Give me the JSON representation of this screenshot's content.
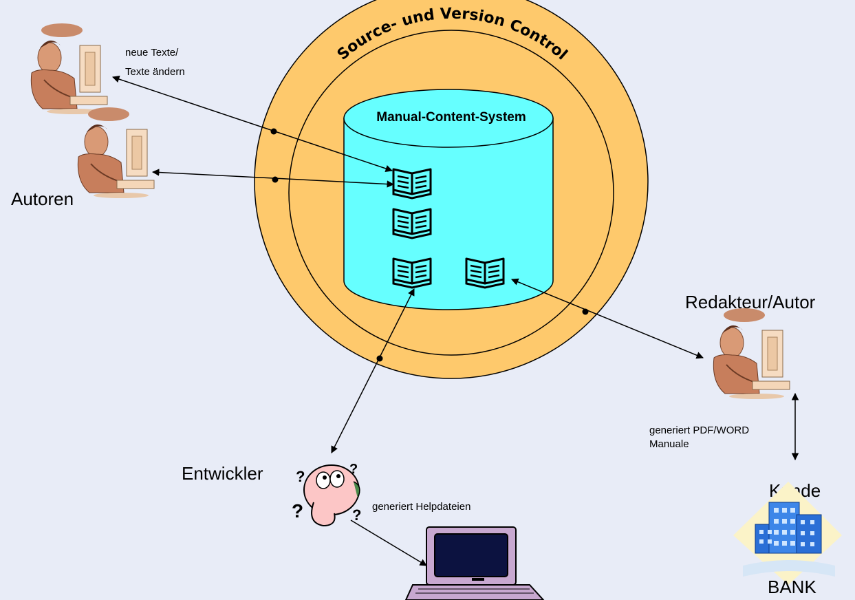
{
  "diagram": {
    "ring_title": "Source- und Version Control",
    "cylinder_title": "Manual-Content-System",
    "actors": {
      "authors_label": "Autoren",
      "authors_note_line1": "neue Texte/",
      "authors_note_line2": "Texte ändern",
      "editor_label": "Redakteur/Autor",
      "editor_note_line1": "generiert PDF/WORD",
      "editor_note_line2": "Manuale",
      "developer_label": "Entwickler",
      "developer_note": "generiert Helpdateien",
      "customer_label": "Kunde",
      "bank_label": "BANK"
    }
  },
  "colors": {
    "background": "#e8ecf7",
    "outer_ring": "#fec96c",
    "cylinder": "#66ffff",
    "stroke": "#000000"
  },
  "icons": [
    "person-at-computer-icon",
    "open-book-icon",
    "confused-developer-icon",
    "computer-terminal-icon",
    "bank-building-icon"
  ]
}
